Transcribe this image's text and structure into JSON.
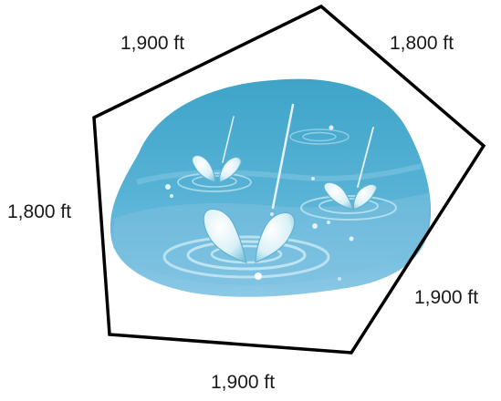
{
  "diagram": {
    "shape": "pentagon",
    "content": "pond with falling water droplets and ripples",
    "side_labels": {
      "top_left": "1,900 ft",
      "top_right": "1,800 ft",
      "left": "1,800 ft",
      "bottom_right": "1,900 ft",
      "bottom": "1,900 ft"
    },
    "colors": {
      "outline": "#000000",
      "water_light": "#7fc3e0",
      "water_dark": "#3fa6c9",
      "ripple": "#bfe6f2",
      "drop": "#e8f6fb"
    }
  }
}
